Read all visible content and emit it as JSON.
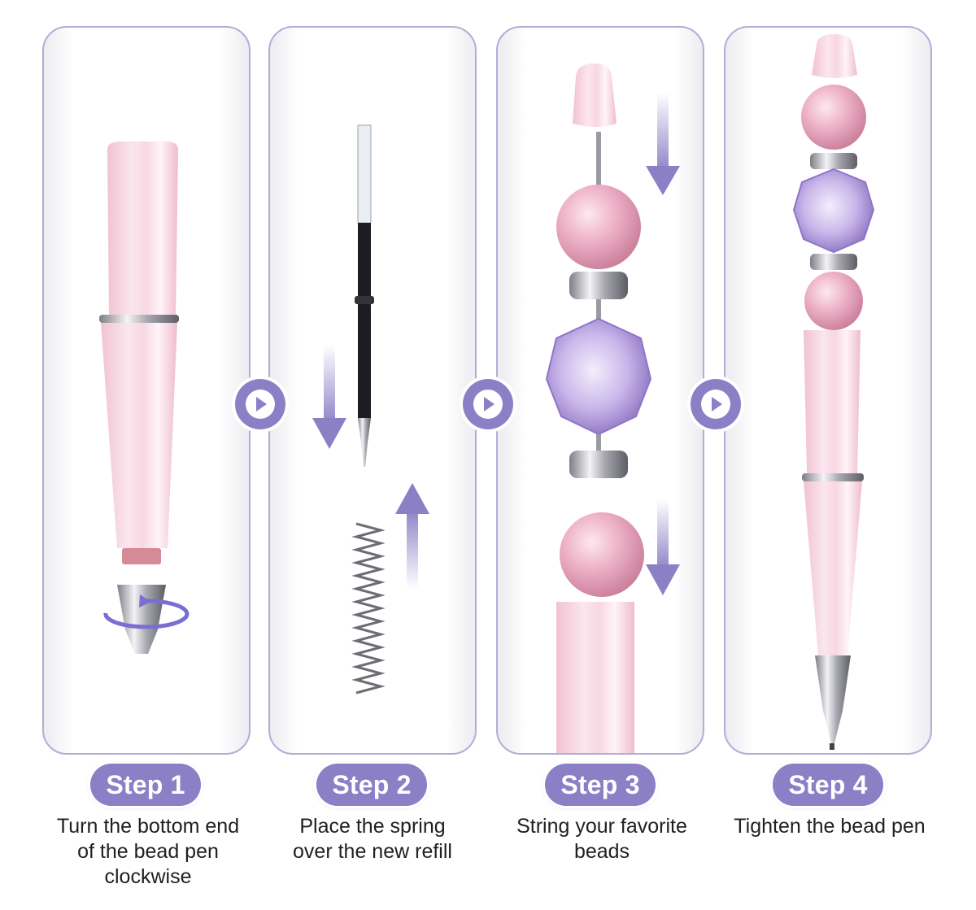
{
  "steps": [
    {
      "badge": "Step 1",
      "caption": "Turn the bottom end\nof the bead pen\nclockwise"
    },
    {
      "badge": "Step 2",
      "caption": "Place the spring\nover the new refill"
    },
    {
      "badge": "Step 3",
      "caption": "String your favorite\nbeads"
    },
    {
      "badge": "Step 4",
      "caption": "Tighten the bead pen"
    }
  ],
  "colors": {
    "accent": "#8b80c6",
    "panel_border": "#b4acd6",
    "pen_pink": "#f4cdd9",
    "pearl_pink": "#e9a7bf",
    "crystal_purple": "#b8a2e0",
    "caption_text": "#1f1f24"
  },
  "icons": [
    "play-arrow-icon",
    "down-arrow-icon",
    "up-arrow-icon",
    "rotate-icon"
  ]
}
